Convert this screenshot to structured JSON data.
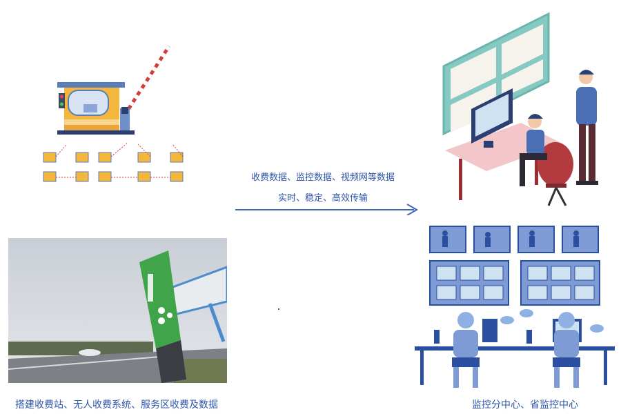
{
  "flow": {
    "line1": "收费数据、监控数据、视频网等数据",
    "line2": "实时、稳定、高效传输"
  },
  "left": {
    "caption": "搭建收费站、无人收费系统、服务区收费及数据",
    "photo_sign": "",
    "billboard": ""
  },
  "right": {
    "caption": "监控分中心、省监控中心"
  },
  "colors": {
    "text_blue": "#2f56a8",
    "arrow_blue": "#3f66b8",
    "tile_blue": "#7f9bd6",
    "tile_border": "#2b4fa0",
    "screen_teal": "#86c9c2",
    "desk_pink": "#f3c6c9",
    "sign_green": "#3fa44a"
  },
  "icons": [
    "toll-booth-icon",
    "barrier-gate-icon",
    "network-icon",
    "monitoring-room-icon",
    "operator-icon",
    "video-wall-icon",
    "cloud-icon"
  ]
}
